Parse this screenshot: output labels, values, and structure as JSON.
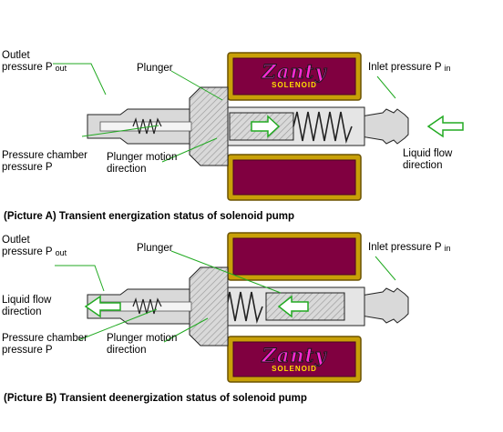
{
  "colors": {
    "housing": "#d9d9d9",
    "metal": "#b5b5b5",
    "coil_winding": "#800040",
    "coil_frame": "#c8a008",
    "flow_arrow": "#ffffff",
    "flow_arrow_outline": "#22aa22",
    "leader_line": "#22aa22",
    "brand_text": "#ff2ad4",
    "solenoid_text": "#ffe100"
  },
  "picture_a": {
    "caption": "(Picture A) Transient energization status of solenoid pump",
    "labels": {
      "outlet_line1": "Outlet",
      "outlet_line2": "pressure P",
      "outlet_sub": "out",
      "plunger": "Plunger",
      "inlet": "Inlet pressure P",
      "inlet_sub": "in",
      "chamber_line1": "Pressure chamber",
      "chamber_line2": "pressure P",
      "motion_line1": "Plunger motion",
      "motion_line2": "direction",
      "flow_line1": "Liquid flow",
      "flow_line2": "direction"
    },
    "logo": {
      "brand": "Zanty",
      "product": "SOLENOID"
    }
  },
  "picture_b": {
    "caption": "(Picture B) Transient deenergization status of solenoid pump",
    "labels": {
      "outlet_line1": "Outlet",
      "outlet_line2": "pressure P",
      "outlet_sub": "out",
      "plunger": "Plunger",
      "inlet": "Inlet pressure P",
      "inlet_sub": "in",
      "flow_line1": "Liquid flow",
      "flow_line2": "direction",
      "chamber_line1": "Pressure chamber",
      "chamber_line2": "pressure P",
      "motion_line1": "Plunger motion",
      "motion_line2": "direction"
    },
    "logo": {
      "brand": "Zanty",
      "product": "SOLENOID"
    }
  }
}
